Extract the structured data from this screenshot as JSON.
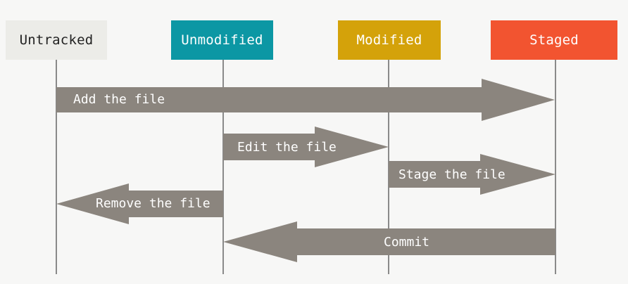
{
  "colors": {
    "background": "#f7f7f6",
    "untracked": "#ecece8",
    "unmodified": "#0c97a4",
    "modified": "#d4a20a",
    "staged": "#f25430",
    "arrow": "#8b857e",
    "lifeline": "#8a8a8a"
  },
  "states": {
    "untracked": "Untracked",
    "unmodified": "Unmodified",
    "modified": "Modified",
    "staged": "Staged"
  },
  "transitions": {
    "add": "Add the file",
    "edit": "Edit the file",
    "stage": "Stage the file",
    "remove": "Remove the file",
    "commit": "Commit"
  }
}
